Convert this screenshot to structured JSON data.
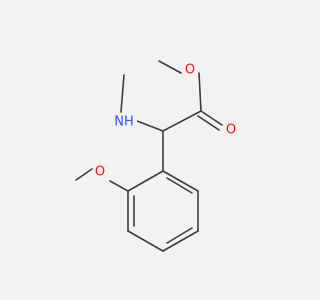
{
  "molecule": {
    "atoms": {
      "ester_carbonyl_o": {
        "label": "O",
        "color": "#ff0d0d"
      },
      "ester_ether_o": {
        "label": "O",
        "color": "#ff0d0d"
      },
      "amine_n": {
        "label": "NH",
        "color": "#3050f8"
      },
      "aryl_methoxy_o": {
        "label": "O",
        "color": "#ff0d0d"
      }
    },
    "bond_color": "#3d3d3d",
    "background": "#f2f2f2"
  }
}
